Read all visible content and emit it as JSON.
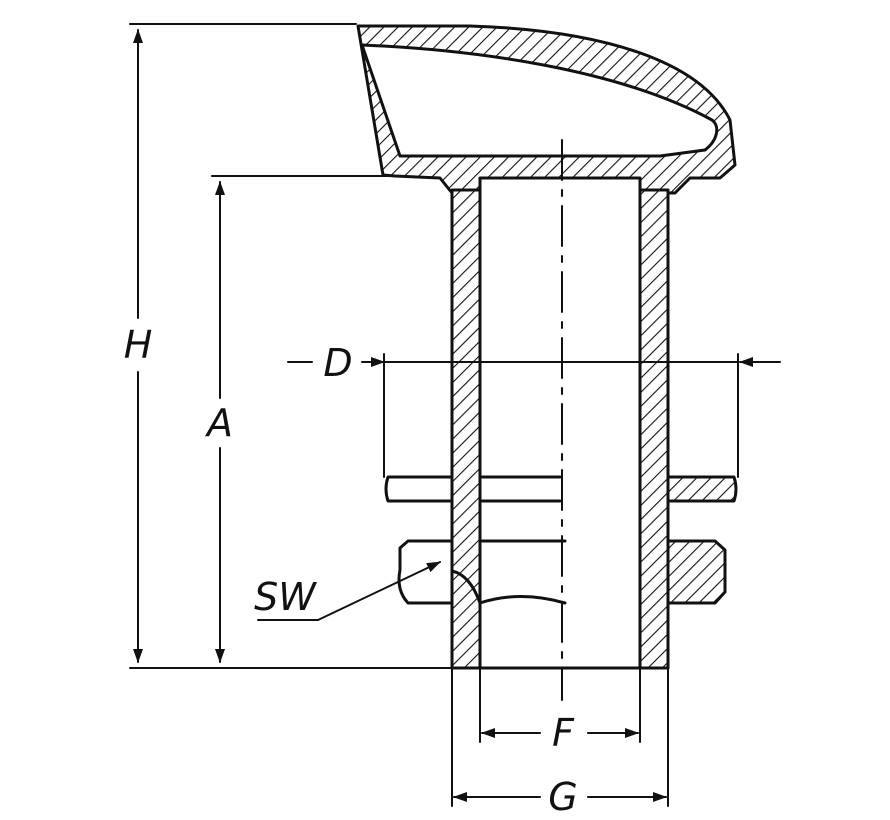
{
  "labels": {
    "h": "H",
    "a": "A",
    "d": "D",
    "sw": "SW",
    "f": "F",
    "g": "G"
  },
  "colors": {
    "ink": "#111111",
    "paper": "#ffffff"
  }
}
